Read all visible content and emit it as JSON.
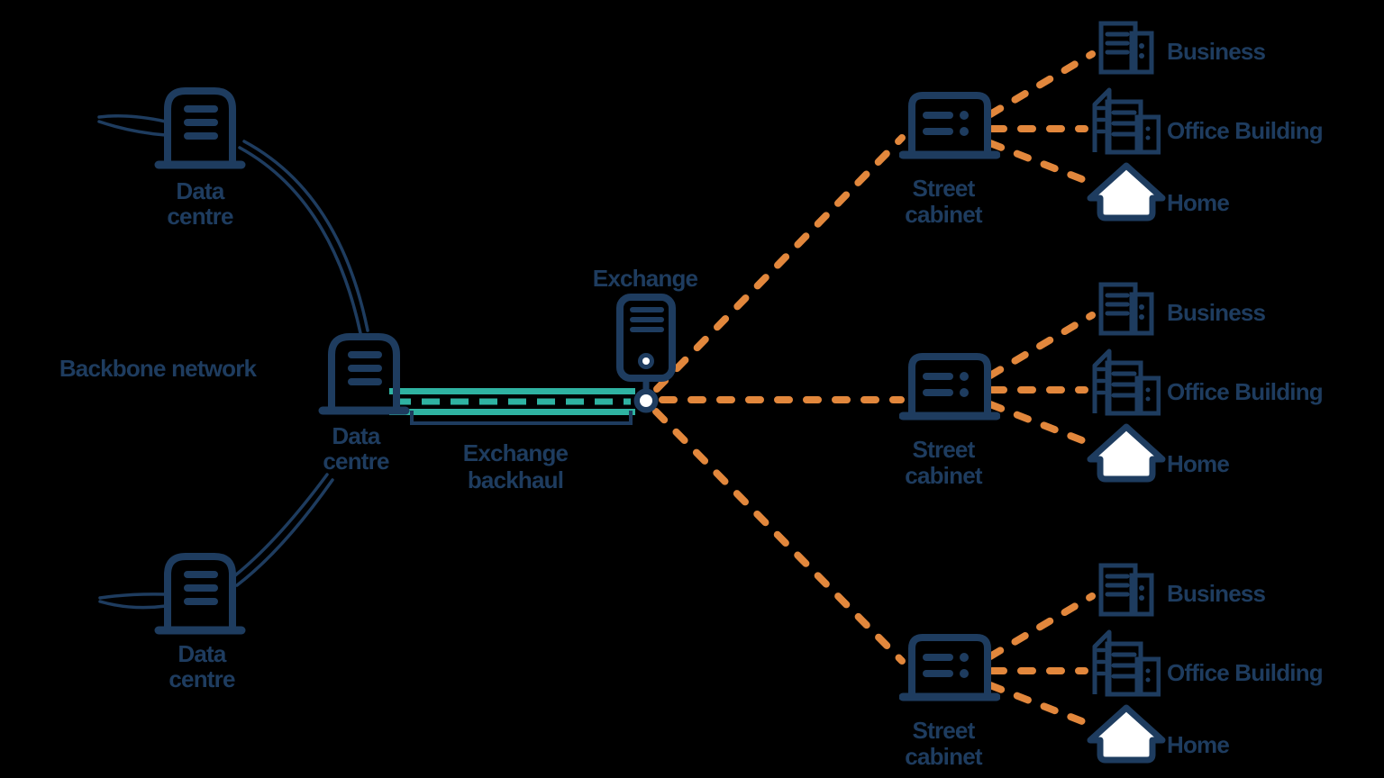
{
  "colors": {
    "navy": "#1e3c5f",
    "teal": "#2fb3a2",
    "orange": "#e2873c",
    "white": "#ffffff",
    "background": "#000000"
  },
  "backbone": {
    "label": "Backbone network",
    "data_centres": [
      {
        "label_line1": "Data",
        "label_line2": "centre"
      },
      {
        "label_line1": "Data",
        "label_line2": "centre"
      },
      {
        "label_line1": "Data",
        "label_line2": "centre"
      }
    ]
  },
  "exchange": {
    "label": "Exchange"
  },
  "backhaul": {
    "label_line1": "Exchange",
    "label_line2": "backhaul"
  },
  "access_groups": [
    {
      "cabinet_label_line1": "Street",
      "cabinet_label_line2": "cabinet",
      "endpoints": [
        {
          "label": "Business"
        },
        {
          "label": "Office Building"
        },
        {
          "label": "Home"
        }
      ]
    },
    {
      "cabinet_label_line1": "Street",
      "cabinet_label_line2": "cabinet",
      "endpoints": [
        {
          "label": "Business"
        },
        {
          "label": "Office Building"
        },
        {
          "label": "Home"
        }
      ]
    },
    {
      "cabinet_label_line1": "Street",
      "cabinet_label_line2": "cabinet",
      "endpoints": [
        {
          "label": "Business"
        },
        {
          "label": "Office Building"
        },
        {
          "label": "Home"
        }
      ]
    }
  ]
}
